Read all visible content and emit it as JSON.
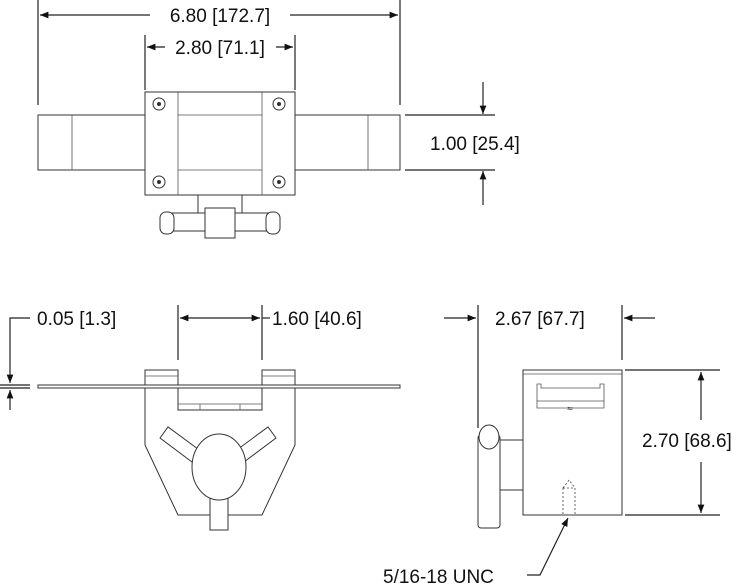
{
  "dimensions": {
    "overall_length": "6.80 [172.7]",
    "block_width": "2.80 [71.1]",
    "bar_height": "1.00 [25.4]",
    "plate_thickness": "0.05 [1.3]",
    "slot_width": "1.60 [40.6]",
    "side_depth": "2.67 [67.7]",
    "side_height": "2.70 [68.6]",
    "thread_callout": "5/16-18 UNC"
  }
}
